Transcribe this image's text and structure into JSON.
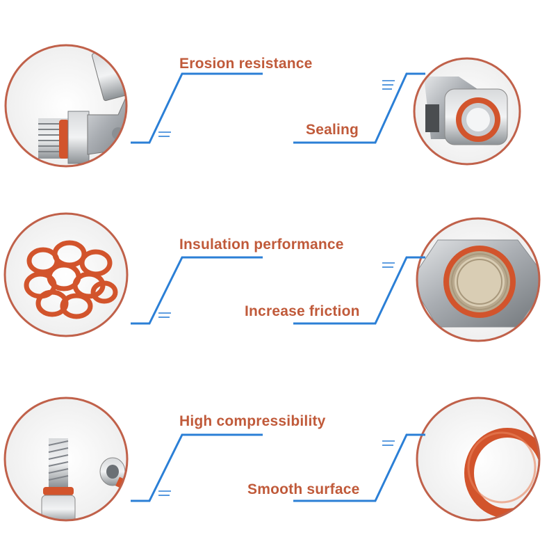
{
  "colors": {
    "accent_text": "#c05a3a",
    "connector_line": "#2b7fd6",
    "circle_border": "#c0614a",
    "oring": "#d2542c",
    "metal": "#b8bcc0"
  },
  "features": [
    {
      "label": "Erosion resistance",
      "image": "elbow-fitting-with-oring"
    },
    {
      "label": "Sealing",
      "image": "fitting-end-with-oring"
    },
    {
      "label": "Insulation performance",
      "image": "pile-of-orings"
    },
    {
      "label": "Increase friction",
      "image": "hex-nut-with-oring"
    },
    {
      "label": "High compressibility",
      "image": "bolts-with-orings"
    },
    {
      "label": "Smooth surface",
      "image": "single-oring-closeup"
    }
  ]
}
